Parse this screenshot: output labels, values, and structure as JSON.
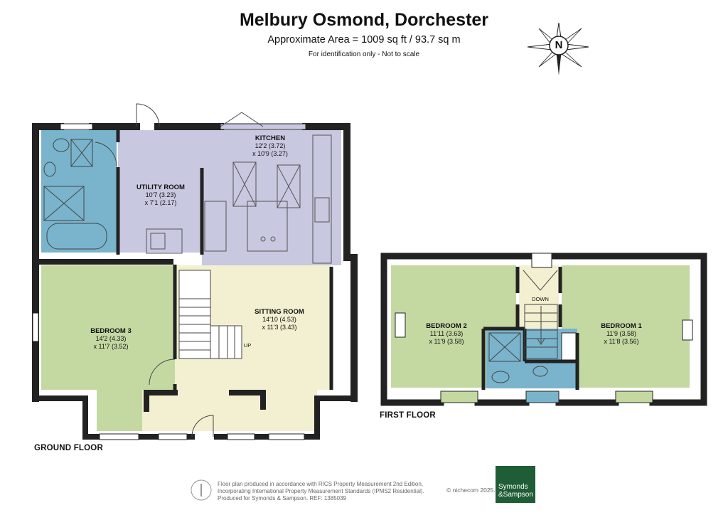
{
  "title": "Melbury Osmond, Dorchester",
  "area": "Approximate Area = 1009 sq ft / 93.7 sq m",
  "note": "For identification only - Not to scale",
  "compass": "N",
  "floors": {
    "ground": "GROUND FLOOR",
    "first": "FIRST FLOOR"
  },
  "rooms": {
    "kitchen": {
      "name": "KITCHEN",
      "dim1": "12'2 (3.72)",
      "dim2": "x 10'9 (3.27)"
    },
    "utility": {
      "name": "UTILITY ROOM",
      "dim1": "10'7 (3.23)",
      "dim2": "x 7'1 (2.17)"
    },
    "sitting": {
      "name": "SITTING ROOM",
      "dim1": "14'10 (4.53)",
      "dim2": "x 11'3 (3.43)"
    },
    "bedroom3": {
      "name": "BEDROOM 3",
      "dim1": "14'2 (4.33)",
      "dim2": "x 11'7 (3.52)"
    },
    "bedroom2": {
      "name": "BEDROOM 2",
      "dim1": "11'11 (3.63)",
      "dim2": "x 11'9 (3.58)"
    },
    "bedroom1": {
      "name": "BEDROOM 1",
      "dim1": "11'9 (3.58)",
      "dim2": "x 11'8 (3.56)"
    }
  },
  "stairs": {
    "up": "UP",
    "down": "DOWN"
  },
  "footer": {
    "line1": "Floor plan produced in accordance with RICS Property Measurement 2nd Edition,",
    "line2": "Incorporating International Property Measurement Standards (IPMS2 Residential).",
    "line3": "Produced for Symonds & Sampson.    REF: 1385039",
    "copyright": "© nichecom 2025.",
    "logo1": "Symonds",
    "logo2": "&Sampson"
  },
  "colors": {
    "wall": "#222222",
    "bathroom": "#79b4cc",
    "kitchen": "#c8c8e0",
    "sitting": "#f2f0d0",
    "bedroom": "#c4d9a2"
  }
}
